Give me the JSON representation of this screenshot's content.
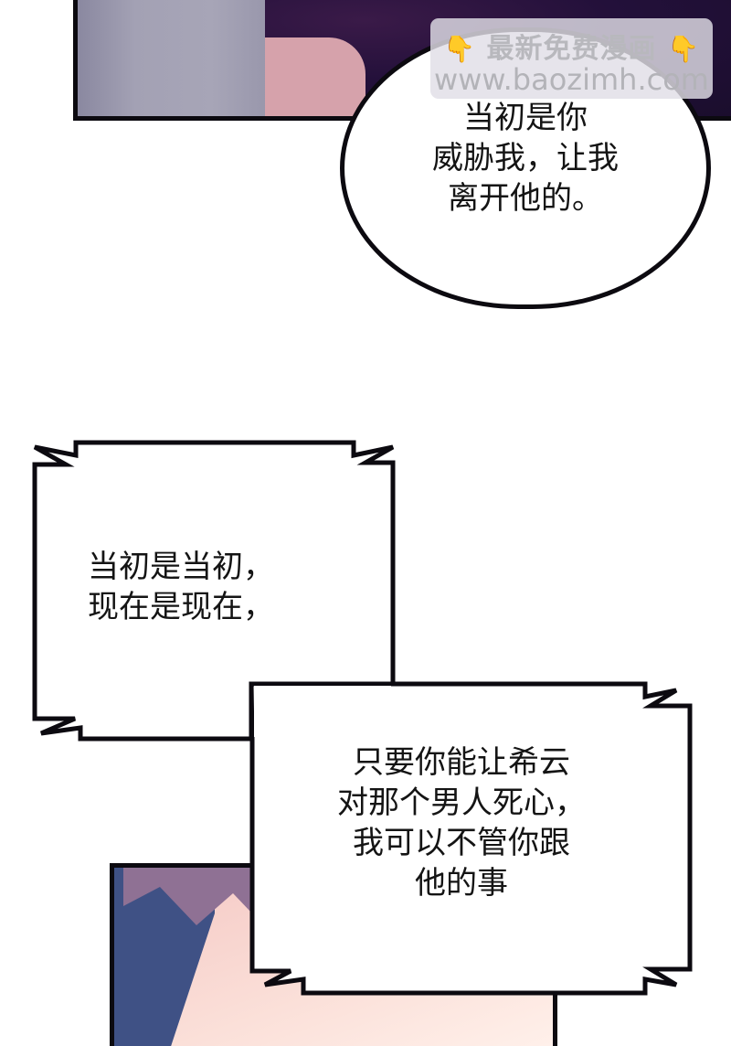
{
  "page": {
    "type": "manhwa-comic-page",
    "background": "#ffffff"
  },
  "watermark": {
    "line1": "最新免费漫画",
    "line2": "www.baozimh.com",
    "left_icon": "pointing-down-hand-icon",
    "right_icon": "pointing-down-hand-icon",
    "hand_glyph": "👇"
  },
  "bubbles": [
    {
      "id": "oval-bubble",
      "shape": "oval",
      "lines": [
        "当初是你",
        "威胁我，让我",
        "离开他的。"
      ]
    },
    {
      "id": "spiky-bubble-1",
      "shape": "spiky-rectangle",
      "lines": [
        "当初是当初，",
        "现在是现在，"
      ]
    },
    {
      "id": "spiky-bubble-2",
      "shape": "spiky-rectangle",
      "lines": [
        "只要你能让希云",
        "对那个男人死心，",
        "我可以不管你跟",
        "他的事"
      ]
    }
  ],
  "panels": [
    {
      "id": "top-panel",
      "colors": {
        "gray": "#a3a1b4",
        "dark": "#23103a",
        "skin": "#d6a2ab"
      }
    },
    {
      "id": "bottom-panel",
      "colors": {
        "shirt": "#3f5185",
        "hair": "#8f7194",
        "skin": "#fbe0d9"
      }
    }
  ]
}
